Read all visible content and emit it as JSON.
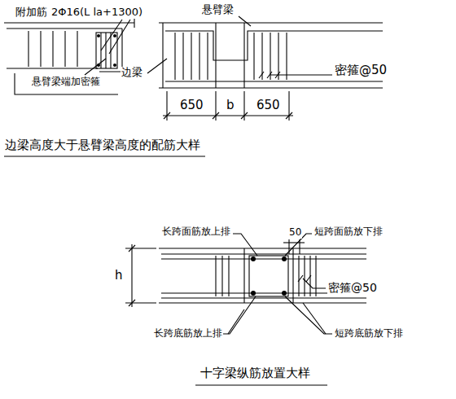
{
  "diagram": {
    "labels": [
      "附加筋",
      "2Φ16(L la+1300)",
      "悬臂梁",
      "边梁",
      "悬臂梁端加密箍",
      "密箍@50",
      "650",
      "b",
      "650",
      "边梁高度大于悬臂梁高度的配筋大样",
      "长跨面筋放上排",
      "50",
      "短跨面筋放下排",
      "h",
      "密箍@50",
      "长跨底筋放上排",
      "短跨底筋放下排",
      "十字梁纵筋放置大样"
    ]
  }
}
